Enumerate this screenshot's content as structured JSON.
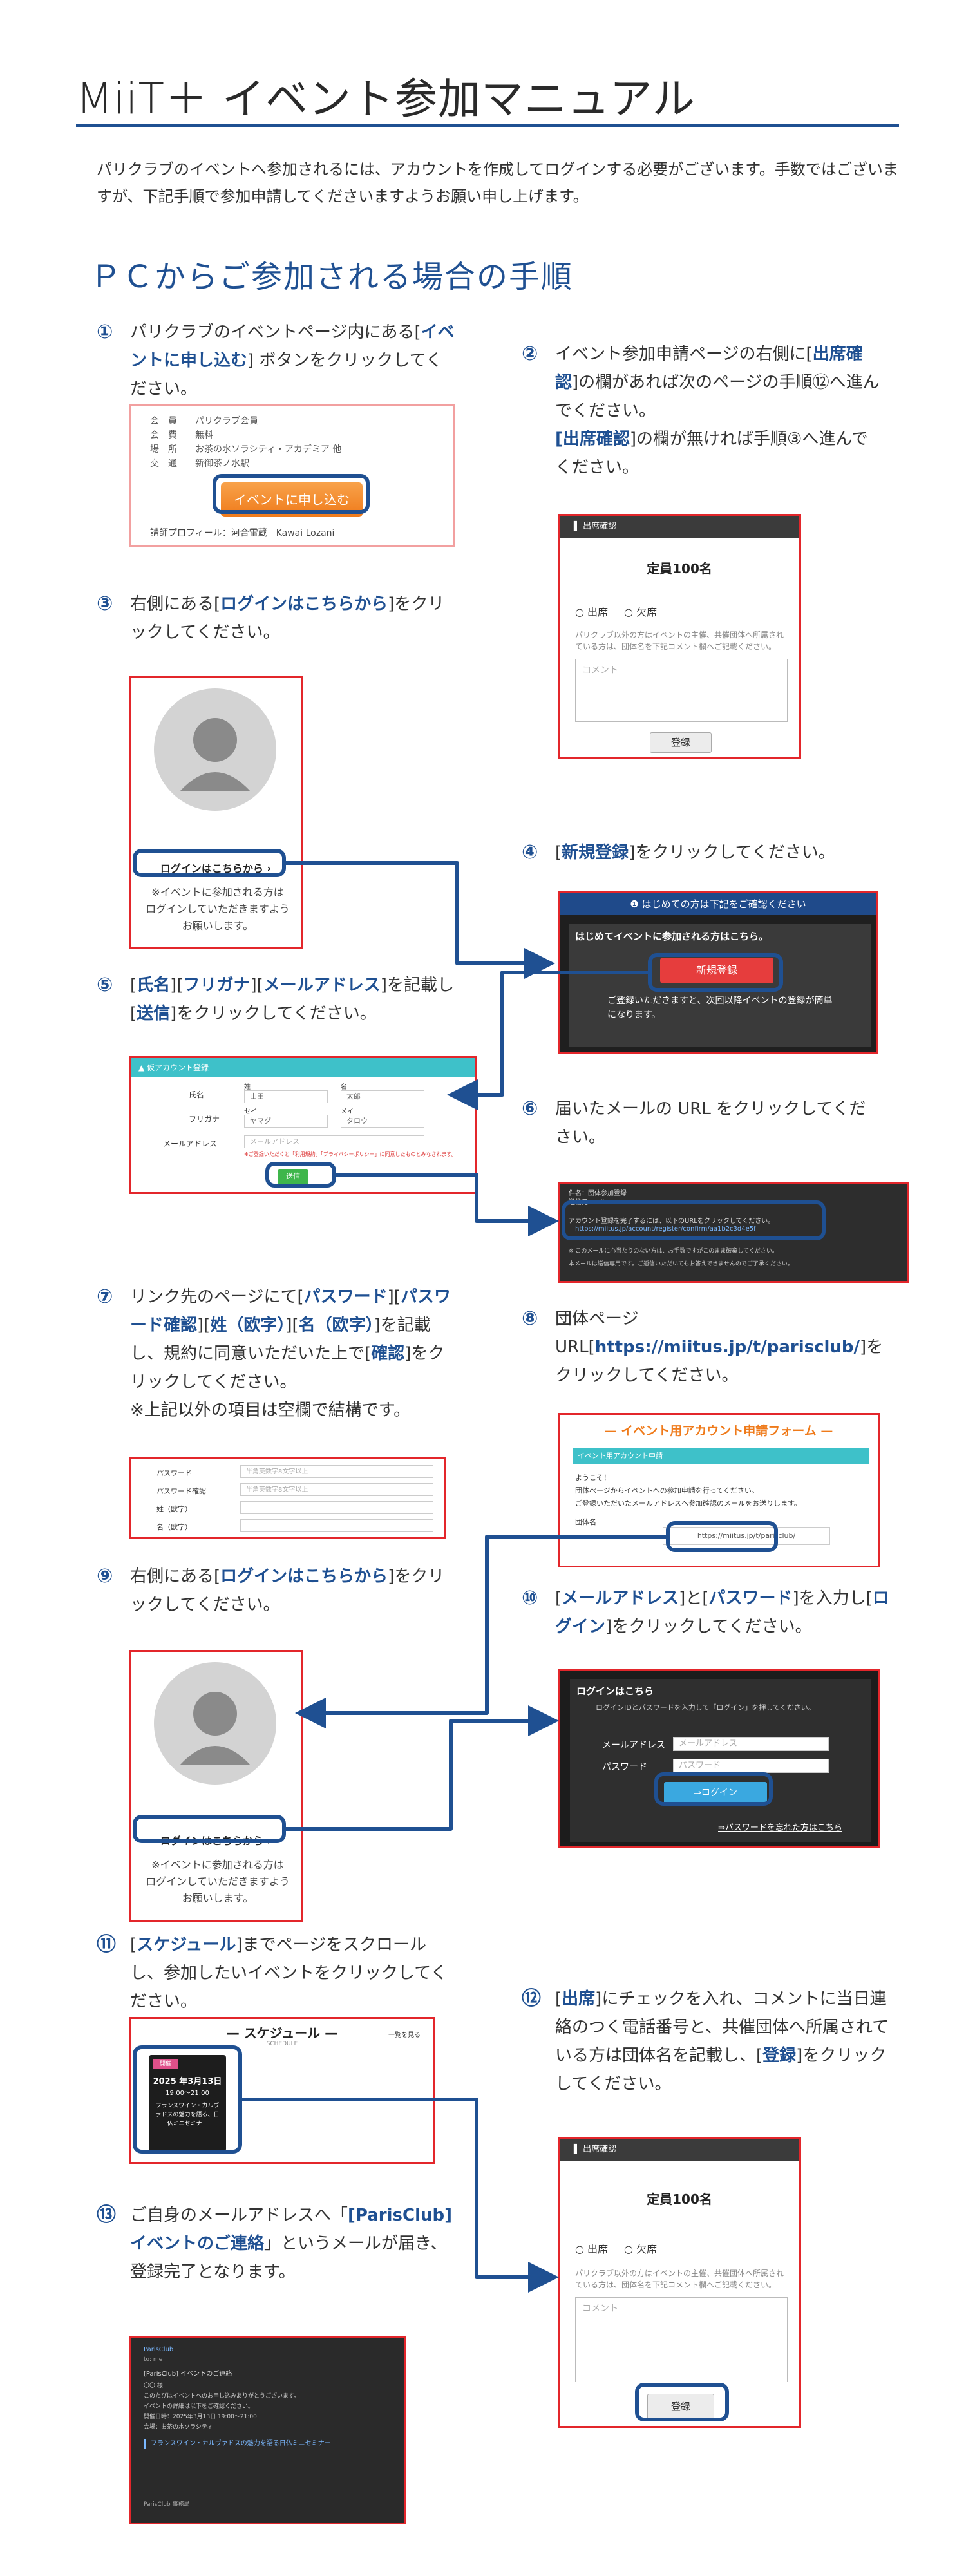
{
  "page": {
    "title": "MiiT＋ イベント参加マニュアル",
    "intro": "パリクラブのイベントへ参加されるには、アカウントを作成してログインする必要がございます。手数ではございますが、下記手順で参加申請してくださいますようお願い申し上げます。",
    "section_title": "ＰＣからご参加される場合の手順"
  },
  "steps": {
    "s1": {
      "num": "①",
      "p1": "パリクラブのイベントページ内にある[",
      "h1": "イベントに申し込む",
      "p2": "] ボタンをクリックしてください。"
    },
    "s2": {
      "num": "②",
      "p1": "イベント参加申請ページの右側に[",
      "h1": "出席確認",
      "p2": "]の欄があれば次のページの手順⑫へ進んでください。",
      "h2": "出席確認",
      "p3": "]の欄が無ければ手順③へ進んでください。",
      "p0": "["
    },
    "s3": {
      "num": "③",
      "p1": "右側にある[",
      "h1": "ログインはこちらから",
      "p2": "]をクリックしてください。"
    },
    "s4": {
      "num": "④",
      "p1": "[",
      "h1": "新規登録",
      "p2": "]をクリックしてください。"
    },
    "s5": {
      "num": "⑤",
      "p0": "[",
      "h1": "氏名",
      "p1": "][",
      "h2": "フリガナ",
      "p2": "][",
      "h3": "メールアドレス",
      "p3": "]を記載し[",
      "h4": "送信",
      "p4": "]をクリックしてください。"
    },
    "s6": {
      "num": "⑥",
      "p1": "届いたメールの URL をクリックしてください。"
    },
    "s7": {
      "num": "⑦",
      "p1": "リンク先のページにて[",
      "h1": "パスワード",
      "p2": "][",
      "h2": "パスワード確認",
      "p3": "][",
      "h3": "姓（欧字）",
      "p4": "][",
      "h4": "名（欧字）",
      "p5": "]を記載し、規約に同意いただいた上で[",
      "h5": "確認",
      "p6": "]をクリックしてください。",
      "note": "※上記以外の項目は空欄で結構です。"
    },
    "s8": {
      "num": "⑧",
      "p1": "団体ページ",
      "p2": "URL[",
      "h1": "https://miitus.jp/t/parisclub/",
      "p3": "]をクリックしてください。"
    },
    "s9": {
      "num": "⑨",
      "p1": "右側にある[",
      "h1": "ログインはこちらから",
      "p2": "]をクリックしてください。"
    },
    "s10": {
      "num": "⑩",
      "p0": "[",
      "h1": "メールアドレス",
      "p1": "]と[",
      "h2": "パスワード",
      "p2": "]を入力し[",
      "h3": "ログイン",
      "p3": "]をクリックしてください。"
    },
    "s11": {
      "num": "⑪",
      "p0": "[",
      "h1": "スケジュール",
      "p1": "]までページをスクロールし、参加したいイベントをクリックしてください。"
    },
    "s12": {
      "num": "⑫",
      "p0": "[",
      "h1": "出席",
      "p1": "]にチェックを入れ、コメントに当日連絡のつく電話番号と、共催団体へ所属されている方は団体名を記載し、[",
      "h2": "登録",
      "p2": "]をクリックしてください。"
    },
    "s13": {
      "num": "⑬",
      "p1": "ご自身のメールアドレスへ「",
      "h1": "[ParisClub]イベントのご連絡",
      "p2": "」というメールが届き、登録完了となります。"
    }
  },
  "shots": {
    "event_button": "イベントに申し込む",
    "event_row_labels": [
      "会　員",
      "会　費",
      "場　所",
      "交　通"
    ],
    "event_row_values": [
      "パリクラブ会員",
      "無料",
      "お茶の水ソラシティ・アカデミア 他",
      "新御茶ノ水駅"
    ],
    "event_profile": "講師プロフィール：河合雷蔵　Kawai Lozani",
    "login_link": "ログインはこちらから ›",
    "login_note": "※イベントに参加される方は\nログインしていただきますよう\nお願いします。",
    "attendance_header": "出席確認",
    "capacity": "定員100名",
    "radio_yes": "出席",
    "radio_no": "欠席",
    "attendance_note": "パリクラブ以外の方はイベントの主催、共催団体へ所属されている方は、団体名を下記コメント欄へご記載ください。",
    "comment_placeholder": "コメント",
    "register_button": "登録",
    "first_time_header": "❶ はじめての方は下記をご確認ください",
    "first_time_sub": "はじめてイベントに参加される方はこちら。",
    "new_register_button": "新規登録",
    "first_time_note": "ご登録いただきますと、次回以降イベントの登録が簡単になります。",
    "form5_header": "▲ 仮アカウント登録",
    "form5_labels": [
      "氏名",
      "フリガナ",
      "メールアドレス"
    ],
    "form5_sub": [
      "姓",
      "名",
      "セイ",
      "メイ"
    ],
    "form5_values": [
      "山田",
      "太郎",
      "ヤマダ",
      "タロウ"
    ],
    "form5_email": "メールアドレス",
    "form5_warning": "※ご登録いただくと「利用規約」「プライバシーポリシー」に同意したものとみなされます。",
    "form5_submit": "送信",
    "mail_lines": [
      "件名：団体参加登録",
      "送信元：miitus"
    ],
    "mail_body1": "アカウント登録を完了するには、以下のURLをクリックしてください。",
    "mail_url": "https://miitus.jp/account/register/confirm/aa1b2c3d4e5f",
    "mail_body2": "※ このメールに心当たりのない方は、お手数ですがこのまま破棄してください。",
    "mail_body3": "本メールは送信専用です。ご返信いただいてもお答えできませんのでご了承ください。",
    "form7_labels": [
      "パスワード",
      "パスワード確認",
      "姓（欧字）",
      "名（欧字）"
    ],
    "form7_placeholder": "半角英数字8文字以上",
    "group_banner": "イベント用アカウント申請フォーム",
    "group_teal": "イベント用アカウント申請",
    "group_line1": "ようこそ！",
    "group_line2": "団体ページからイベントへの参加申請を行ってください。",
    "group_line3": "ご登録いただいたメールアドレスへ参加確認のメールをお送りします。",
    "group_label": "団体名",
    "group_url": "https://miitus.jp/t/parisclub/",
    "login_header": "ログインはこちら",
    "login_desc": "ログインIDとパスワードを入力して「ログイン」を押してください。",
    "login_email_label": "メールアドレス",
    "login_pw_label": "パスワード",
    "login_email_ph": "メールアドレス",
    "login_pw_ph": "パスワード",
    "login_button": "⇒ログイン",
    "forgot_pw": "⇒パスワードを忘れた方はこちら",
    "schedule_title": "スケジュール",
    "schedule_sub": "SCHEDULE",
    "schedule_more": "一覧を見る",
    "event_tag": "開催",
    "event_date": "2025 年3月13日",
    "event_time": "19:00〜21:00",
    "event_title": "フランスワイン・カルヴァドスの魅力を語る、日仏ミニセミナー",
    "mail13_from": "ParisClub",
    "mail13_to": "to: me",
    "mail13_subject": "[ParisClub] イベントのご連絡",
    "mail13_lines": [
      "〇〇 様",
      "このたびはイベントへのお申し込みありがとうございます。",
      "イベントの詳細は以下をご確認ください。",
      "開催日時：2025年3月13日 19:00〜21:00",
      "会場：お茶の水ソラシティ"
    ],
    "mail13_event": "フランスワイン・カルヴァドスの魅力を語る日仏ミニセミナー",
    "mail13_footer": "ParisClub 事務局"
  },
  "colors": {
    "accent": "#1f5092",
    "highlight_red": "#e3262b",
    "orange": "#ef7a1a"
  }
}
